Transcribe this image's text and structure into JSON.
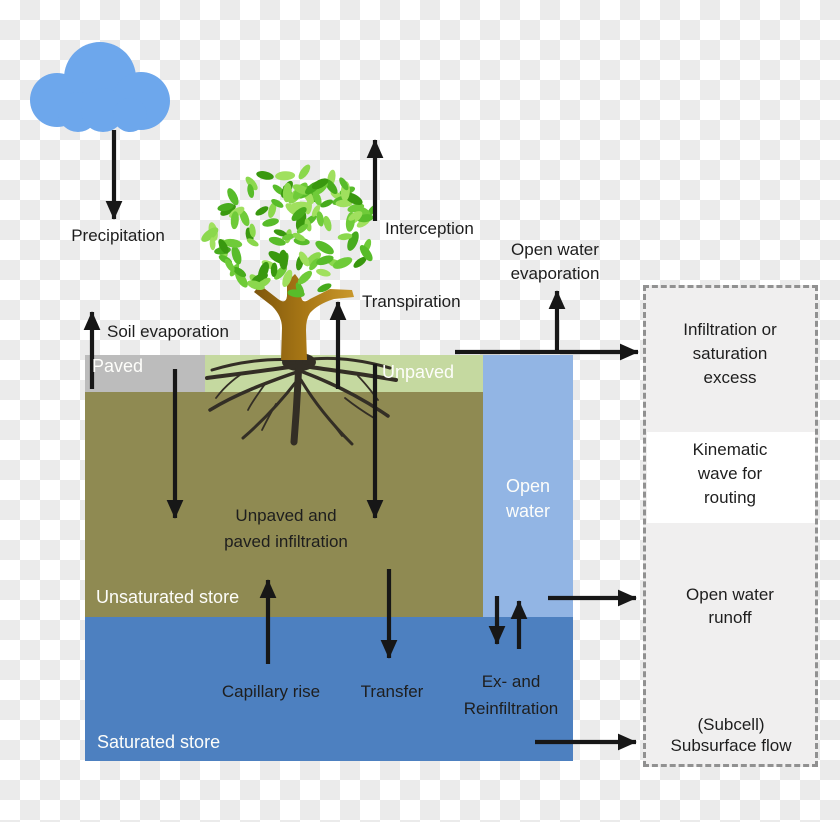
{
  "fluxes": {
    "precipitation": "Precipitation",
    "interception": "Interception",
    "transpiration": "Transpiration",
    "soil_evaporation": "Soil evaporation",
    "open_water_evaporation": [
      "Open water",
      "evaporation"
    ],
    "infiltration": [
      "Unpaved and",
      "paved infiltration"
    ],
    "capillary_rise": "Capillary rise",
    "transfer": "Transfer",
    "ex_reinfiltration": [
      "Ex- and",
      "Reinfiltration"
    ]
  },
  "stores": {
    "paved": "Paved",
    "unpaved": "Unpaved",
    "open_water": [
      "Open",
      "water"
    ],
    "unsaturated": "Unsaturated store",
    "saturated": "Saturated store"
  },
  "process_box": {
    "infiltration_excess": [
      "Infiltration or",
      "saturation",
      "excess"
    ],
    "kinematic_wave": [
      "Kinematic",
      "wave for",
      "routing"
    ],
    "open_water_runoff": [
      "Open water",
      "runoff"
    ],
    "subsurface_flow": [
      "(Subcell)",
      "Subsurface flow"
    ]
  },
  "colors": {
    "cloud_blue": "#6da7ec",
    "paved_gray": "#bcbcbc",
    "unpaved_green": "#c5d9a0",
    "unsaturated_olive": "#8f8a52",
    "open_water_blue": "#92b5e4",
    "saturated_blue": "#4d80c0",
    "process_box_bg": "#f0efef",
    "process_box_band": "#ffffff",
    "process_box_border": "#919191",
    "arrow_black": "#171717",
    "trunk_brown_dark": "#7e560d",
    "trunk_brown": "#a87715",
    "trunk_brown_light": "#c9982c",
    "root_dark": "#332e25",
    "checker_gray": "#ebebeb",
    "foliage_greens": [
      "#39980f",
      "#47ab1d",
      "#58bc2a",
      "#6fcb39",
      "#8bd84d",
      "#a0e05e"
    ]
  }
}
